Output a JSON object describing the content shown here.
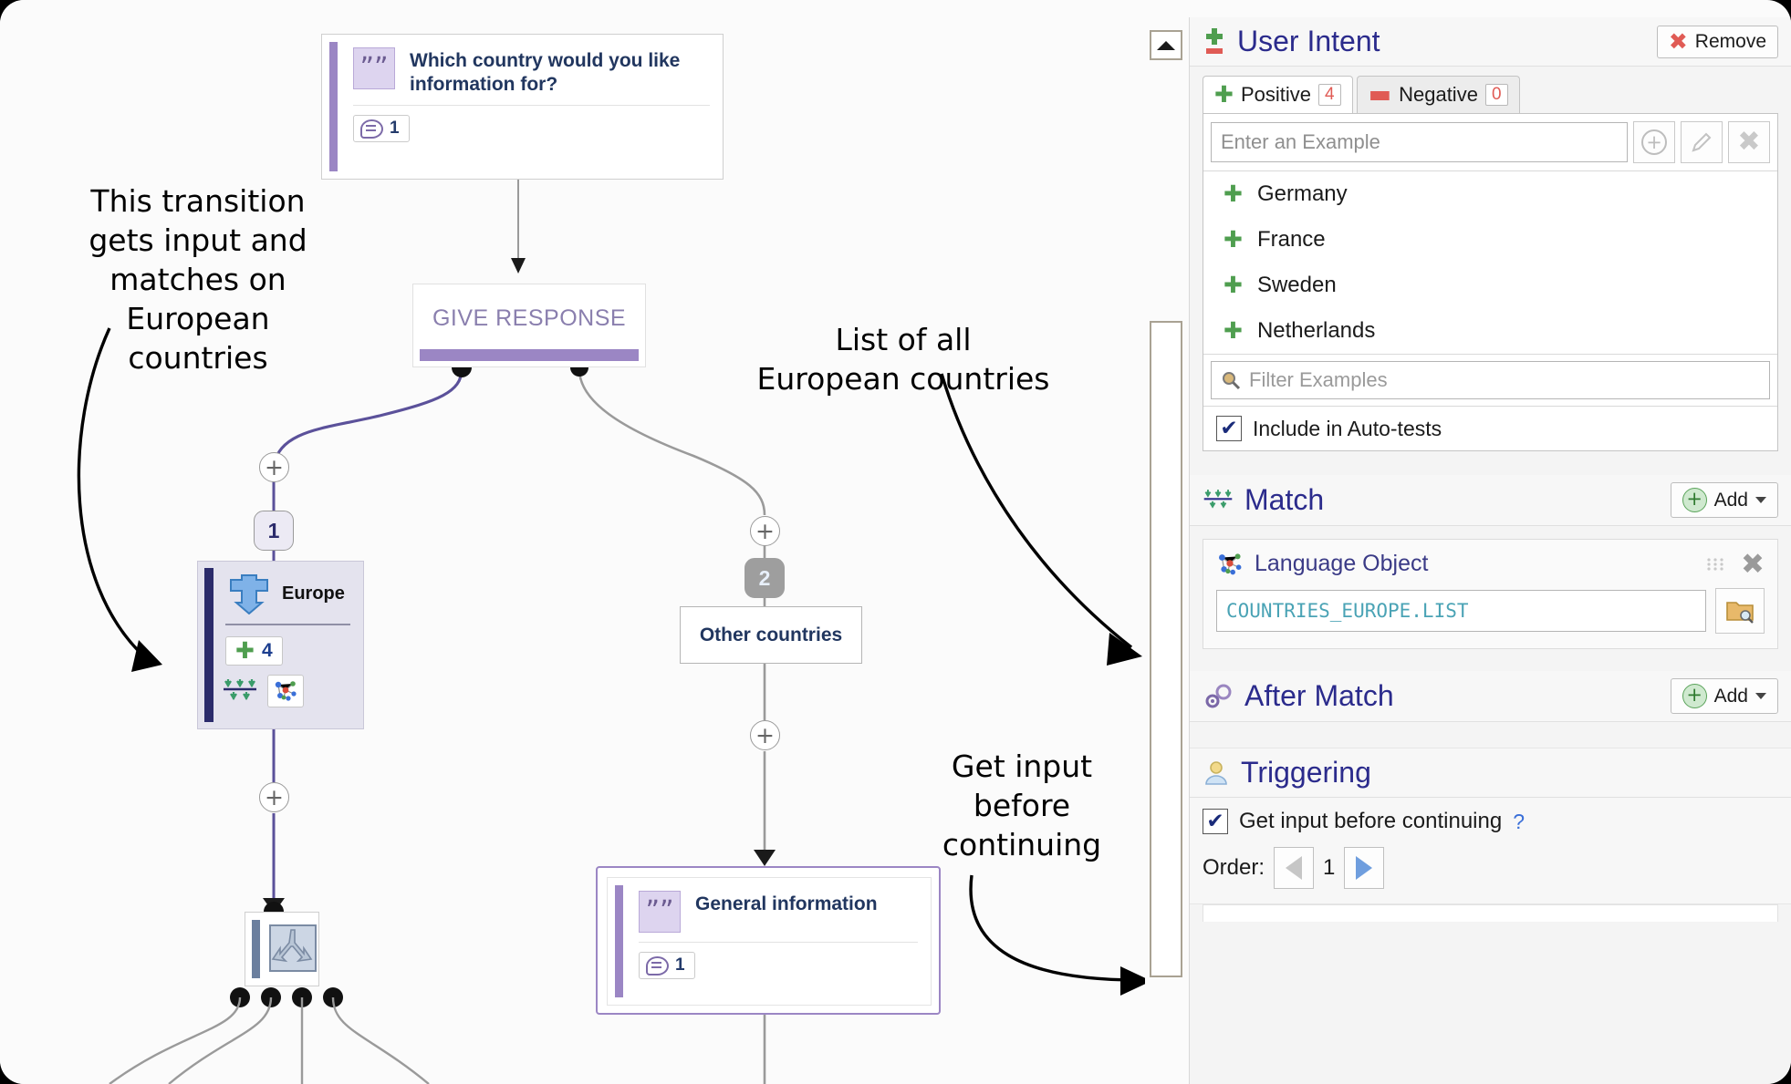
{
  "canvas": {
    "nodes": {
      "question": {
        "title": "Which country would you like information for?",
        "icon": "quote-icon",
        "chip_count": "1"
      },
      "give_response": {
        "label": "GIVE RESPONSE"
      },
      "europe": {
        "label": "Europe",
        "positive_count": "4",
        "icon": "import-arrow-icon"
      },
      "other_countries": {
        "label": "Other countries"
      },
      "general_information": {
        "title": "General information",
        "icon": "quote-icon",
        "chip_count": "1"
      }
    },
    "badges": {
      "transition_one": "1",
      "transition_two": "2",
      "plus": "+"
    },
    "annotations": [
      {
        "name": "annotation-transition",
        "lines": [
          "This transition",
          "gets input and",
          "matches on",
          "European",
          "countries"
        ]
      },
      {
        "name": "annotation-country-list",
        "lines": [
          "List of all",
          "European countries"
        ]
      },
      {
        "name": "annotation-get-input",
        "lines": [
          "Get input",
          "before",
          "continuing"
        ]
      }
    ]
  },
  "scrollbar": {
    "up_arrow": "scroll-up-icon"
  },
  "panel": {
    "user_intent": {
      "title": "User Intent",
      "icon": "plus-minus-icon",
      "remove_label": "Remove",
      "tabs": [
        {
          "label": "Positive",
          "count": "4",
          "icon": "plus-icon",
          "active": true
        },
        {
          "label": "Negative",
          "count": "0",
          "icon": "minus-icon",
          "active": false
        }
      ],
      "example_input_placeholder": "Enter an Example",
      "actions": [
        "add-icon",
        "edit-icon",
        "delete-icon"
      ],
      "examples": [
        "Germany",
        "France",
        "Sweden",
        "Netherlands"
      ],
      "filter_placeholder": "Filter Examples",
      "auto_tests_label": "Include in Auto-tests",
      "auto_tests_checked": "✔"
    },
    "match": {
      "title": "Match",
      "icon": "match-icon",
      "add_label": "Add",
      "items": [
        {
          "name": "Language Object",
          "icon": "language-object-icon",
          "value": "COUNTRIES_EUROPE.LIST",
          "browse_icon": "folder-search-icon",
          "grip": "⁙⁙",
          "close": "✕"
        }
      ]
    },
    "after_match": {
      "title": "After Match",
      "icon": "gear-icon",
      "add_label": "Add"
    },
    "triggering": {
      "title": "Triggering",
      "icon": "user-icon",
      "get_input_label": "Get input before continuing",
      "get_input_checked": "✔",
      "help": "?",
      "order_label": "Order:",
      "order_value": "1"
    }
  },
  "colors": {
    "accent_purple": "#9b86c4",
    "heading_blue": "#2b2b8c",
    "green": "#4f9e4f",
    "red": "#e05b55",
    "code_teal": "#4aa3b5"
  }
}
